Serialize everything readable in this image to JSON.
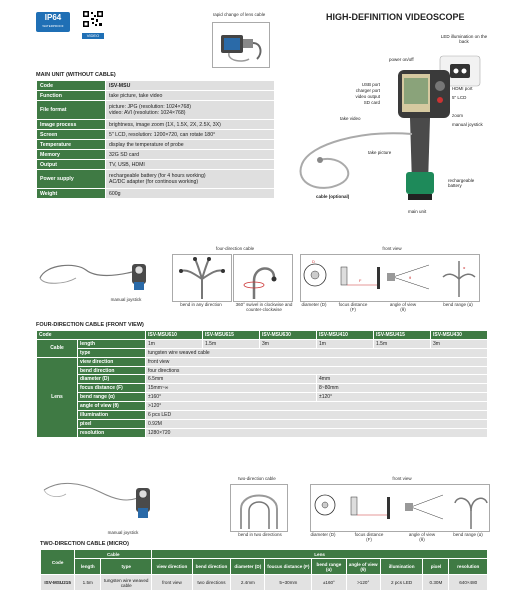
{
  "badge": {
    "rating": "IP64",
    "sub": "WATERPROOF"
  },
  "qr_caption": "VIDEO",
  "top_caption": "rapid change of lens cable",
  "title": "HIGH-DEFINITION VIDEOSCOPE",
  "main_unit": {
    "section_title": "MAIN UNIT (WITHOUT CABLE)",
    "rows": [
      {
        "key": "Code",
        "value": "ISV-MSU",
        "bold": true
      },
      {
        "key": "Function",
        "value": "take picture, take video"
      },
      {
        "key": "File format",
        "value": "picture: JPG (resolution: 1024×768)",
        "value2": "video: AVI (resolution: 1024×768)"
      },
      {
        "key": "Image process",
        "value": "brightness, image zoom (1X, 1.5X, 2X, 2.5X, 3X)"
      },
      {
        "key": "Screen",
        "value": "5\" LCD, resolution: 1200×720, can rotate 180°"
      },
      {
        "key": "Temperature",
        "value": "display the temperature of probe"
      },
      {
        "key": "Memory",
        "value": "32G SD card"
      },
      {
        "key": "Output",
        "value": "TV, USB, HDMI"
      },
      {
        "key": "Power supply",
        "value": "rechargeable battery (for 4 hours working)",
        "value2": "AC/DC adapter (for continous working)"
      },
      {
        "key": "Weight",
        "value": "600g"
      }
    ]
  },
  "device_labels": {
    "led": "LED illumination on the back",
    "power": "power on/off",
    "usb": "USB port",
    "charger": "charger port",
    "video_out": "video output",
    "sd": "SD card",
    "hdmi": "HDMI port",
    "lcd": "5\" LCD",
    "zoom": "zoom",
    "joystick": "manual joystick",
    "take_video": "take video",
    "take_picture": "take picture",
    "battery": "rechargeable battery",
    "cable": "cable (optional)",
    "main_unit": "main unit"
  },
  "four_dir": {
    "joystick_label": "manual joystick",
    "cable_title": "four-direction cable",
    "bend_any": "bend in any direction",
    "swivel": "360° swivel in clockwise and counter-clockwise",
    "front_view": "front view",
    "diameter": "diameter (D)",
    "focus": "focus distance (F)",
    "angle_view": "angle of view (θ)",
    "bend_range": "bend range (α)",
    "section_title": "FOUR-DIRECTION CABLE (FRONT VIEW)",
    "code_label": "Code",
    "codes": [
      "ISV-MSU610",
      "ISV-MSU615",
      "ISV-MSU630",
      "ISV-MSU410",
      "ISV-MSU415",
      "ISV-MSU430"
    ],
    "cable_group": "Cable",
    "lens_group": "Lens",
    "length_label": "length",
    "lengths": [
      "1m",
      "1.5m",
      "3m",
      "1m",
      "1.5m",
      "3m"
    ],
    "type_label": "type",
    "type_value": "tungsten wire weaved cable",
    "lens_rows": [
      {
        "label": "view direction",
        "a": "front view",
        "b": ""
      },
      {
        "label": "bend direction",
        "a": "four directions",
        "b": ""
      },
      {
        "label": "diameter (D)",
        "a": "6.5mm",
        "b": "4mm"
      },
      {
        "label": "focus distance (F)",
        "a": "15mm~∞",
        "b": "8~80mm"
      },
      {
        "label": "bend range (α)",
        "a": "±160°",
        "b": "±120°"
      },
      {
        "label": "angle of view (θ)",
        "a": ">120°",
        "b": ""
      },
      {
        "label": "illumination",
        "a": "6 pcs LED",
        "b": ""
      },
      {
        "label": "pixel",
        "a": "0.92M",
        "b": ""
      },
      {
        "label": "resolution",
        "a": "1280×720",
        "b": ""
      }
    ]
  },
  "two_dir": {
    "joystick_label": "manual joystick",
    "cable_title": "two-direction cable",
    "bend_two": "bend in two directions",
    "front_view": "front view",
    "diameter": "diameter (D)",
    "focus": "focus distance (F)",
    "angle_view": "angle of view (θ)",
    "bend_range": "bend range (α)",
    "section_title": "TWO-DIRECTION CABLE (MICRO)",
    "header_code": "Code",
    "header_cable": "Cable",
    "header_lens": "Lens",
    "sub_headers": [
      "length",
      "type",
      "view direction",
      "bend direction",
      "diameter (D)",
      "foucus distance (F)",
      "bend range (α)",
      "angle of view (θ)",
      "illumination",
      "pixel",
      "resolution"
    ],
    "row": [
      "ISV-MSU215",
      "1.5m",
      "tungsten wire weaved cable",
      "front view",
      "two directions",
      "2.4mm",
      "5~30mm",
      "±160°",
      ">120°",
      "2 pcs LED",
      "0.30M",
      "640×480"
    ]
  },
  "colors": {
    "accent": "#3f7a44",
    "badge": "#1f6fb5",
    "cell": "#e2e2e2"
  }
}
